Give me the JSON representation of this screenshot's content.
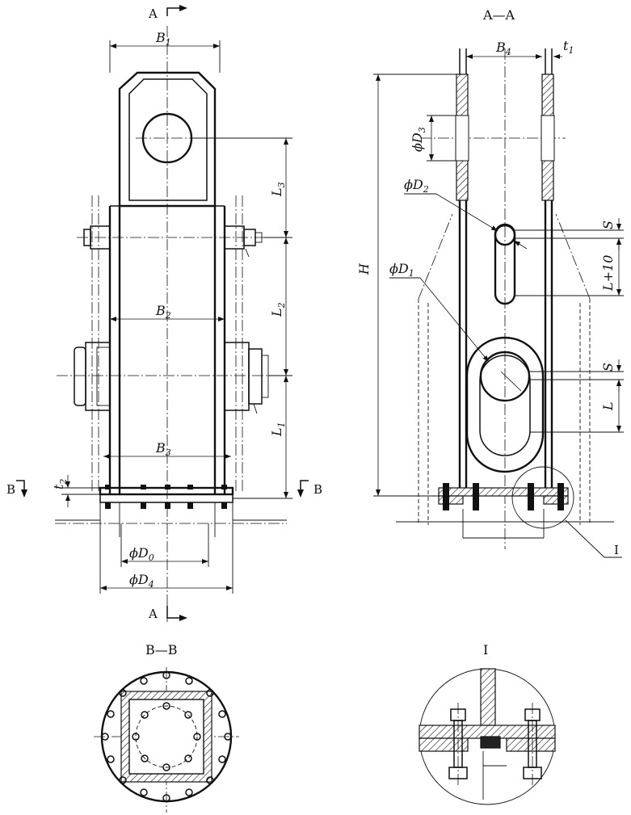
{
  "section_markers": {
    "a_top": "A",
    "a_bottom": "A",
    "b_left": "B",
    "b_right": "B",
    "detail_ref": "I"
  },
  "view_titles": {
    "aa": "A—A",
    "bb": "B—B",
    "detail": "I"
  },
  "dimensions": {
    "b1": "B",
    "b1_sub": "1",
    "b2": "B",
    "b2_sub": "2",
    "b3": "B",
    "b3_sub": "3",
    "b4": "B",
    "b4_sub": "4",
    "t1": "t",
    "t1_sub": "1",
    "t2": "t",
    "t2_sub": "2",
    "l1": "L",
    "l1_sub": "1",
    "l2": "L",
    "l2_sub": "2",
    "l3": "L",
    "l3_sub": "3",
    "d0": "ϕD",
    "d0_sub": "0",
    "d1": "ϕD",
    "d1_sub": "1",
    "d2": "ϕD",
    "d2_sub": "2",
    "d3": "ϕD",
    "d3_sub": "3",
    "d4": "ϕD",
    "d4_sub": "4",
    "h": "H",
    "s_upper": "S",
    "s_lower": "S",
    "l_plus_10": "L+10",
    "l": "L"
  }
}
